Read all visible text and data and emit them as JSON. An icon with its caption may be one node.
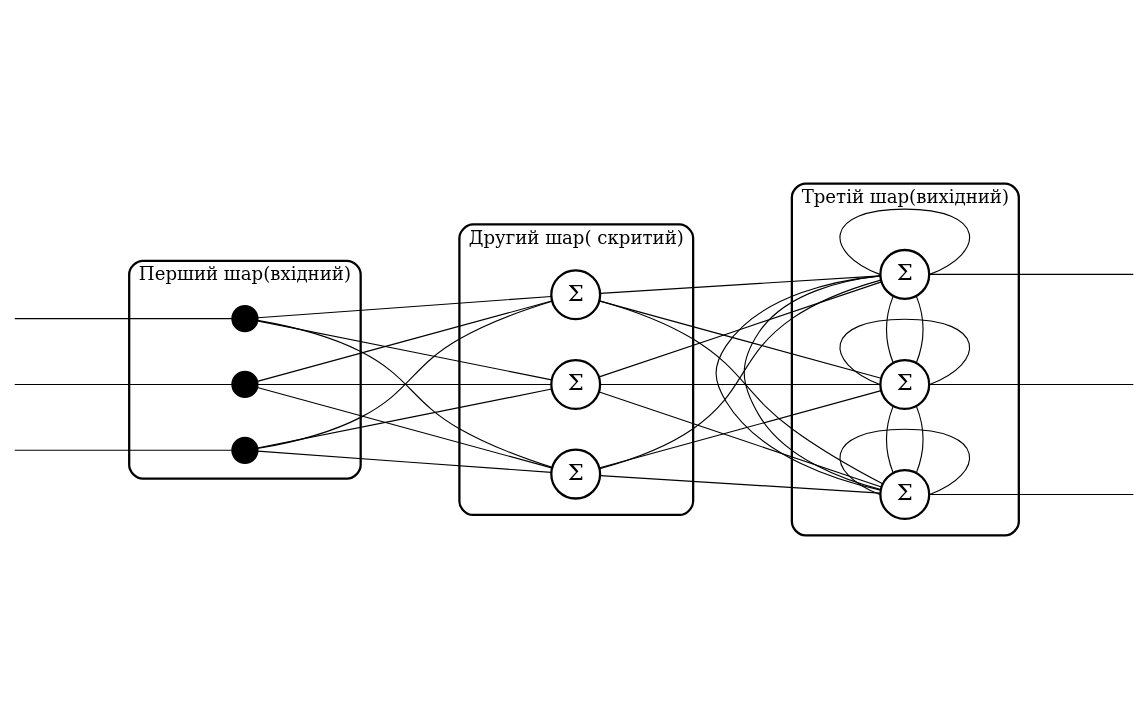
{
  "diagram": {
    "nodes": [
      {
        "text": [
          "Перший шар(вхідний)"
        ]
      },
      {
        "text": [],
        "shape": "circle",
        "in": 0
      },
      {
        "text": [],
        "shape": "circle",
        "in": 0
      },
      {
        "text": [],
        "shape": "circle",
        "in": 0
      },
      {
        "text": [
          "Другий шар( скритий)"
        ]
      },
      {
        "text": [
          "Σ"
        ],
        "in": 4
      },
      {
        "text": [
          "Σ"
        ],
        "in": 4
      },
      {
        "text": [
          "Σ"
        ],
        "in": 4
      },
      {
        "text": [
          "Третій шар(вихідний)"
        ]
      },
      {
        "text": [
          "Σ"
        ],
        "in": 8
      },
      {
        "text": [
          "Σ"
        ],
        "in": 8
      },
      {
        "text": [
          "Σ"
        ],
        "in": 8
      }
    ],
    "edges": [
      {
        "from": null,
        "to": 1,
        "arrow": "none"
      },
      {
        "from": null,
        "to": 2,
        "arrow": "none"
      },
      {
        "from": null,
        "to": 3,
        "arrow": "none"
      },
      {
        "from": 1,
        "to": 5,
        "arrow": "none"
      },
      {
        "from": 1,
        "to": 6,
        "arrow": "none"
      },
      {
        "from": 1,
        "to": 7,
        "arrow": "none"
      },
      {
        "from": 2,
        "to": 5,
        "arrow": "none"
      },
      {
        "from": 2,
        "to": 6,
        "arrow": "none"
      },
      {
        "from": 2,
        "to": 7,
        "arrow": "none"
      },
      {
        "from": 3,
        "to": 5,
        "arrow": "none"
      },
      {
        "from": 3,
        "to": 6,
        "arrow": "none"
      },
      {
        "from": 3,
        "to": 7,
        "arrow": "none"
      },
      {
        "from": 5,
        "to": 9,
        "arrow": "none"
      },
      {
        "from": 5,
        "to": 10,
        "arrow": "none"
      },
      {
        "from": 5,
        "to": 11,
        "arrow": "none"
      },
      {
        "from": 6,
        "to": 9,
        "arrow": "none"
      },
      {
        "from": 6,
        "to": 10,
        "arrow": "none"
      },
      {
        "from": 6,
        "to": 11,
        "arrow": "none"
      },
      {
        "from": 7,
        "to": 9,
        "arrow": "none"
      },
      {
        "from": 7,
        "to": 10,
        "arrow": "none"
      },
      {
        "from": 7,
        "to": 11,
        "arrow": "none"
      },
      {
        "from": 9,
        "to": null,
        "arrow": "none"
      },
      {
        "from": 10,
        "to": null,
        "arrow": "none"
      },
      {
        "from": 11,
        "to": null,
        "arrow": "none"
      },
      {
        "from": 9,
        "to": 9,
        "arrow": "none"
      },
      {
        "from": 9,
        "to": 10,
        "arrow": "none"
      },
      {
        "from": 9,
        "to": 11,
        "arrow": "none"
      },
      {
        "from": 10,
        "to": 9,
        "arrow": "none"
      },
      {
        "from": 10,
        "to": 10,
        "arrow": "none"
      },
      {
        "from": 10,
        "to": 11,
        "arrow": "none"
      },
      {
        "from": 11,
        "to": 9,
        "arrow": "none"
      },
      {
        "from": 11,
        "to": 10,
        "arrow": "none"
      },
      {
        "from": 11,
        "to": 11,
        "arrow": "none"
      }
    ]
  }
}
